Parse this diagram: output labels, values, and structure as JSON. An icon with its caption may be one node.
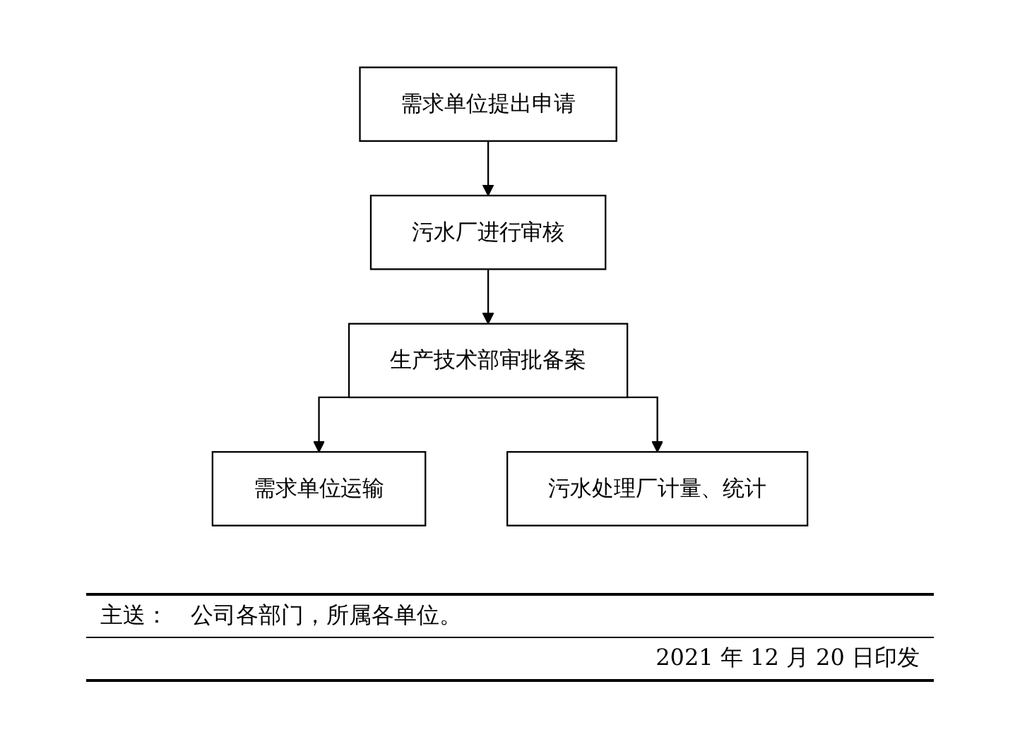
{
  "diagram": {
    "nodes": [
      {
        "text": [
          "需求单位提出申请"
        ]
      },
      {
        "text": [
          "污水厂进行审核"
        ]
      },
      {
        "text": [
          "生产技术部审批备案"
        ]
      },
      {
        "text": [
          "需求单位运输"
        ]
      },
      {
        "text": [
          "污水处理厂计量、统计"
        ]
      }
    ],
    "edges": [
      {
        "from": 0,
        "to": 1,
        "arrow": "to"
      },
      {
        "from": 1,
        "to": 2,
        "arrow": "to"
      },
      {
        "from": 2,
        "to": 3,
        "arrow": "to"
      },
      {
        "from": 2,
        "to": 4,
        "arrow": "to"
      }
    ],
    "labels": [
      "主送：　公司各部门，所属各单位。",
      "2021 年 12 月 20 日印发"
    ]
  }
}
